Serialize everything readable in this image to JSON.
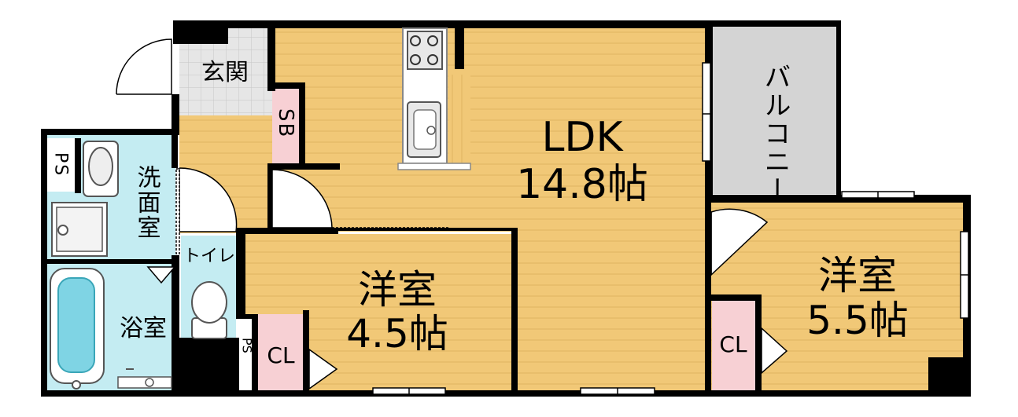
{
  "rooms": {
    "genkan": {
      "label": "玄関"
    },
    "sb": {
      "label": "SB"
    },
    "ps_top": {
      "label": "PS"
    },
    "ps_bottom": {
      "label": "PS"
    },
    "senmen": {
      "label": "洗面室"
    },
    "yokushitsu": {
      "label": "浴室"
    },
    "toilet": {
      "label": "トイレ"
    },
    "ldk": {
      "label": "LDK",
      "size": "14.8帖"
    },
    "balcony": {
      "label": "バルコニー"
    },
    "yoshitsu_small": {
      "label": "洋室",
      "size": "4.5帖"
    },
    "yoshitsu_large": {
      "label": "洋室",
      "size": "5.5帖"
    },
    "cl_small": {
      "label": "CL"
    },
    "cl_large": {
      "label": "CL"
    }
  },
  "colors": {
    "wood": "#f1c877",
    "wood_line": "#e0b462",
    "tile": "#e4e4e4",
    "wet_area": "#c4ecf2",
    "closet": "#f7d0d4",
    "balcony": "#d4d4d4",
    "wall": "#000000",
    "bathtub": "#7fd4e4"
  }
}
